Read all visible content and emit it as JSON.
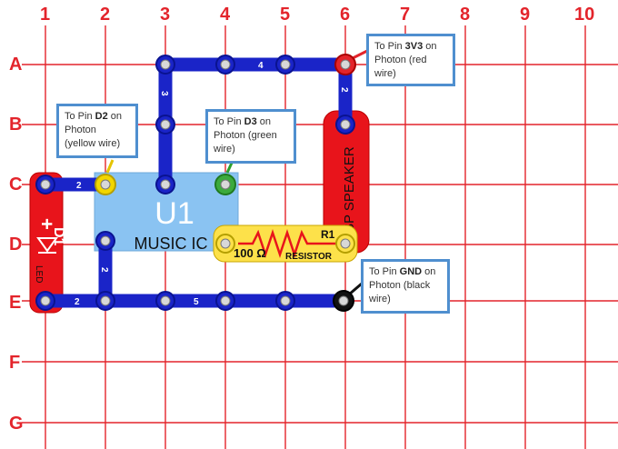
{
  "grid": {
    "columns": [
      "1",
      "2",
      "3",
      "4",
      "5",
      "6",
      "7",
      "8",
      "9",
      "10"
    ],
    "rows": [
      "A",
      "B",
      "C",
      "D",
      "E",
      "F",
      "G"
    ],
    "line_color": "#e3242b"
  },
  "wires": {
    "w2_top": "2",
    "w3": "3",
    "w4": "4",
    "w2_speaker": "2",
    "w2_left_bottom": "2",
    "w2_vertical": "2",
    "w5": "5",
    "color": "#1a24c8"
  },
  "music_ic": {
    "title": "U1",
    "subtitle": "MUSIC IC",
    "color": "#8ac3f2"
  },
  "speaker": {
    "label": "SP SPEAKER",
    "color": "#e8141b"
  },
  "led": {
    "label": "LED",
    "symbol": "D1",
    "plus": "+",
    "color": "#e8141b"
  },
  "resistor": {
    "id": "R1",
    "value": "100 Ω",
    "label": "RESISTOR",
    "color": "#fde14a"
  },
  "callouts": {
    "d2": {
      "prefix": "To Pin ",
      "pin": "D2",
      "suffix": " on Photon (yellow wire)"
    },
    "d3": {
      "prefix": "To Pin ",
      "pin": "D3",
      "suffix": " on Photon (green wire)"
    },
    "v3": {
      "prefix": "To Pin ",
      "pin": "3V3",
      "suffix": " on Photon (red wire)"
    },
    "gnd": {
      "prefix": "To Pin ",
      "pin": "GND",
      "suffix": " on Photon (black wire)"
    }
  }
}
